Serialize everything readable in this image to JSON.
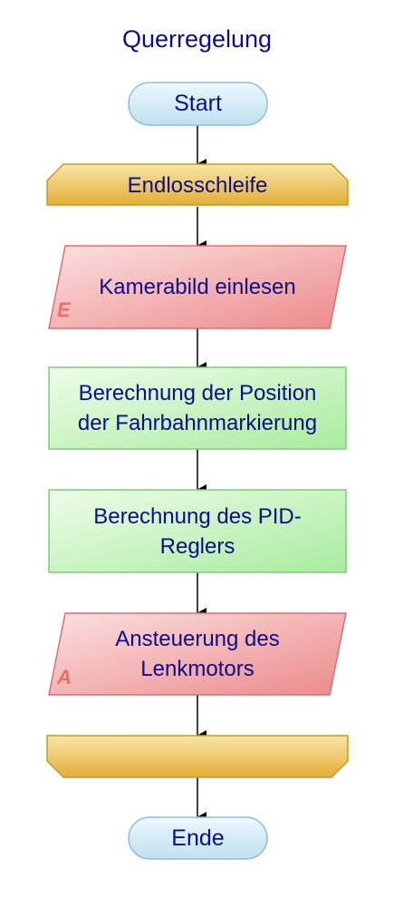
{
  "title": "Querregelung",
  "nodes": {
    "start": {
      "label": "Start"
    },
    "loop_start": {
      "label": "Endlosschleife"
    },
    "read_camera": {
      "label": "Kamerabild einlesen",
      "io_tag": "E"
    },
    "calc_position": {
      "label": "Berechnung der Position\nder Fahrbahnmarkierung"
    },
    "calc_pid": {
      "label": "Berechnung des PID-\nReglers"
    },
    "steer_motor": {
      "label": "Ansteuerung des\nLenkmotors",
      "io_tag": "A"
    },
    "loop_end": {
      "label": ""
    },
    "end": {
      "label": "Ende"
    }
  },
  "colors": {
    "text": "#0d0d8a",
    "terminal_fill": "#d5ecf7",
    "terminal_stroke": "#8fbfd8",
    "loop_fill": "#ecc25a",
    "loop_stroke": "#c49a2a",
    "io_fill": "#f2a0a0",
    "io_stroke": "#d87070",
    "process_fill": "#c6f2c0",
    "process_stroke": "#7ccf74",
    "arrow": "#000000"
  }
}
